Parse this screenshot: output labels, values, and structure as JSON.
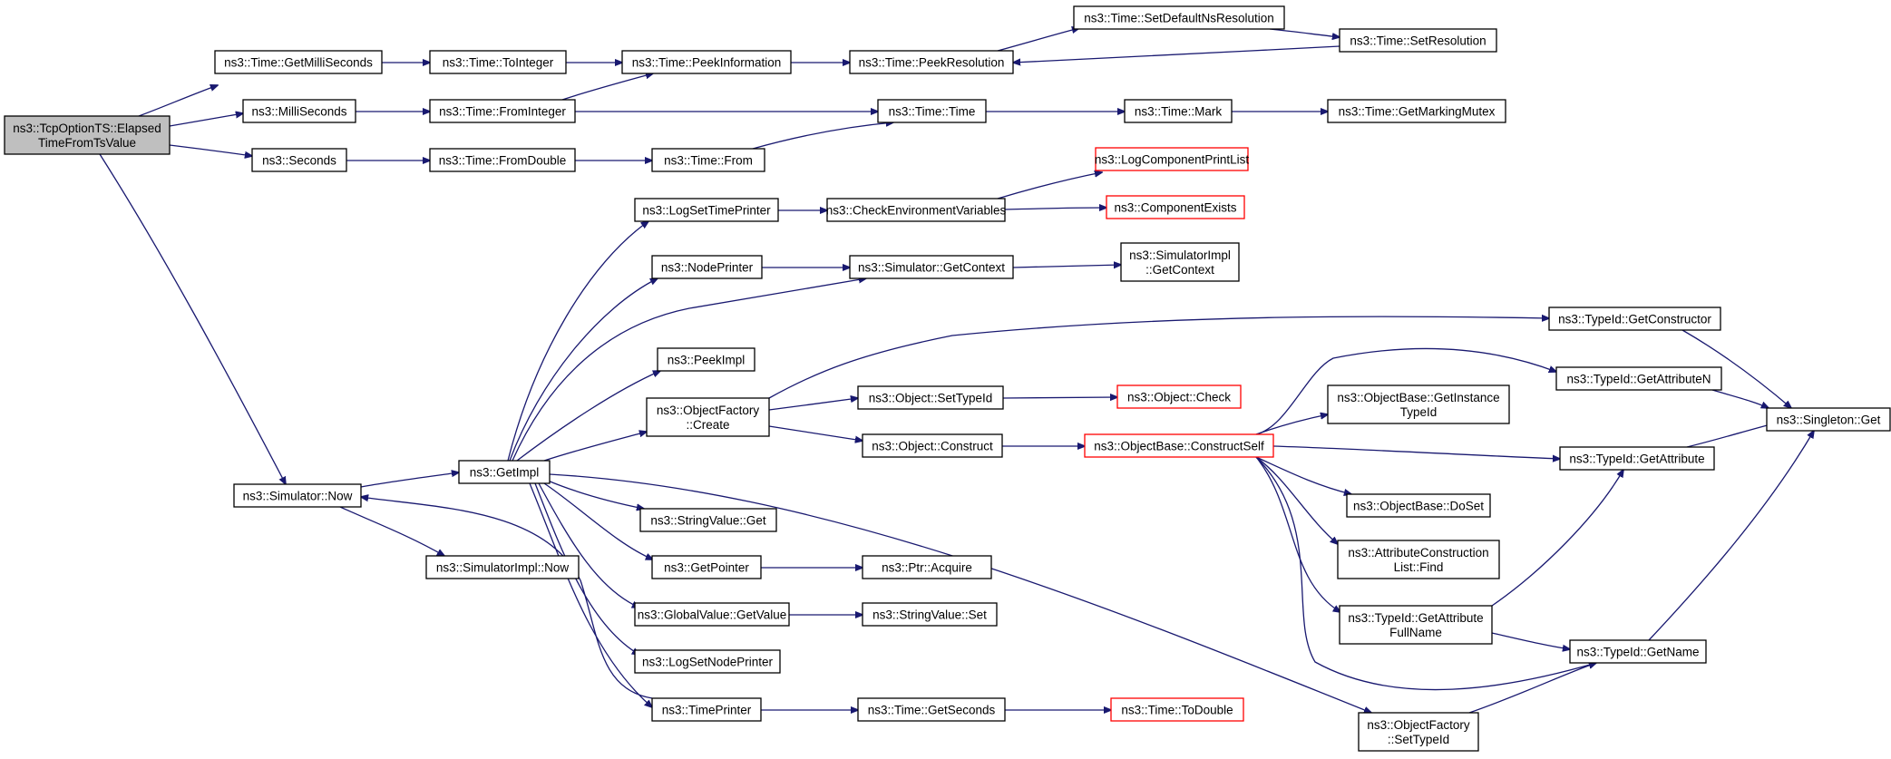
{
  "colors": {
    "edge": "#191970",
    "node_border": "#000000",
    "node_fill": "#ffffff",
    "root_fill": "#bfbfbf",
    "truncated_border": "#ff0000"
  },
  "nodes": [
    {
      "id": "root",
      "lines": [
        "ns3::TcpOptionTS::Elapsed",
        "TimeFromTsValue"
      ],
      "style": "root"
    },
    {
      "id": "getmilli",
      "lines": [
        "ns3::Time::GetMilliSeconds"
      ],
      "style": "normal"
    },
    {
      "id": "milli",
      "lines": [
        "ns3::MilliSeconds"
      ],
      "style": "normal"
    },
    {
      "id": "seconds",
      "lines": [
        "ns3::Seconds"
      ],
      "style": "normal"
    },
    {
      "id": "simnow",
      "lines": [
        "ns3::Simulator::Now"
      ],
      "style": "normal"
    },
    {
      "id": "tointeger",
      "lines": [
        "ns3::Time::ToInteger"
      ],
      "style": "normal"
    },
    {
      "id": "frominteger",
      "lines": [
        "ns3::Time::FromInteger"
      ],
      "style": "normal"
    },
    {
      "id": "fromdouble",
      "lines": [
        "ns3::Time::FromDouble"
      ],
      "style": "normal"
    },
    {
      "id": "peekinfo",
      "lines": [
        "ns3::Time::PeekInformation"
      ],
      "style": "normal"
    },
    {
      "id": "timefrom",
      "lines": [
        "ns3::Time::From"
      ],
      "style": "normal"
    },
    {
      "id": "peekres",
      "lines": [
        "ns3::Time::PeekResolution"
      ],
      "style": "normal"
    },
    {
      "id": "timetime",
      "lines": [
        "ns3::Time::Time"
      ],
      "style": "normal"
    },
    {
      "id": "setdefault",
      "lines": [
        "ns3::Time::SetDefaultNsResolution"
      ],
      "style": "normal"
    },
    {
      "id": "setres",
      "lines": [
        "ns3::Time::SetResolution"
      ],
      "style": "normal"
    },
    {
      "id": "mark",
      "lines": [
        "ns3::Time::Mark"
      ],
      "style": "normal"
    },
    {
      "id": "mutex",
      "lines": [
        "ns3::Time::GetMarkingMutex"
      ],
      "style": "normal"
    },
    {
      "id": "getimpl",
      "lines": [
        "ns3::GetImpl"
      ],
      "style": "normal"
    },
    {
      "id": "simimplnow",
      "lines": [
        "ns3::SimulatorImpl::Now"
      ],
      "style": "normal"
    },
    {
      "id": "logsettime",
      "lines": [
        "ns3::LogSetTimePrinter"
      ],
      "style": "normal"
    },
    {
      "id": "nodeprinter",
      "lines": [
        "ns3::NodePrinter"
      ],
      "style": "normal"
    },
    {
      "id": "peekimpl",
      "lines": [
        "ns3::PeekImpl"
      ],
      "style": "normal"
    },
    {
      "id": "ofcreate",
      "lines": [
        "ns3::ObjectFactory",
        "::Create"
      ],
      "style": "normal"
    },
    {
      "id": "strget",
      "lines": [
        "ns3::StringValue::Get"
      ],
      "style": "normal"
    },
    {
      "id": "getpointer",
      "lines": [
        "ns3::GetPointer"
      ],
      "style": "normal"
    },
    {
      "id": "gvgetvalue",
      "lines": [
        "ns3::GlobalValue::GetValue"
      ],
      "style": "normal"
    },
    {
      "id": "logsetnode",
      "lines": [
        "ns3::LogSetNodePrinter"
      ],
      "style": "normal"
    },
    {
      "id": "timeprinter",
      "lines": [
        "ns3::TimePrinter"
      ],
      "style": "normal"
    },
    {
      "id": "checkenv",
      "lines": [
        "ns3::CheckEnvironmentVariables"
      ],
      "style": "normal"
    },
    {
      "id": "simgetctx",
      "lines": [
        "ns3::Simulator::GetContext"
      ],
      "style": "normal"
    },
    {
      "id": "objsettype",
      "lines": [
        "ns3::Object::SetTypeId"
      ],
      "style": "normal"
    },
    {
      "id": "objconstruct",
      "lines": [
        "ns3::Object::Construct"
      ],
      "style": "normal"
    },
    {
      "id": "ptracquire",
      "lines": [
        "ns3::Ptr::Acquire"
      ],
      "style": "normal"
    },
    {
      "id": "strset",
      "lines": [
        "ns3::StringValue::Set"
      ],
      "style": "normal"
    },
    {
      "id": "getseconds",
      "lines": [
        "ns3::Time::GetSeconds"
      ],
      "style": "normal"
    },
    {
      "id": "logcomplist",
      "lines": [
        "ns3::LogComponentPrintList"
      ],
      "style": "truncated"
    },
    {
      "id": "compexists",
      "lines": [
        "ns3::ComponentExists"
      ],
      "style": "truncated"
    },
    {
      "id": "simimplctx",
      "lines": [
        "ns3::SimulatorImpl",
        "::GetContext"
      ],
      "style": "normal"
    },
    {
      "id": "objcheck",
      "lines": [
        "ns3::Object::Check"
      ],
      "style": "truncated"
    },
    {
      "id": "constructself",
      "lines": [
        "ns3::ObjectBase::ConstructSelf"
      ],
      "style": "truncated"
    },
    {
      "id": "todouble",
      "lines": [
        "ns3::Time::ToDouble"
      ],
      "style": "truncated"
    },
    {
      "id": "ofsettype",
      "lines": [
        "ns3::ObjectFactory",
        "::SetTypeId"
      ],
      "style": "normal"
    },
    {
      "id": "getinsttype",
      "lines": [
        "ns3::ObjectBase::GetInstance",
        "TypeId"
      ],
      "style": "normal"
    },
    {
      "id": "doset",
      "lines": [
        "ns3::ObjectBase::DoSet"
      ],
      "style": "normal"
    },
    {
      "id": "acfind",
      "lines": [
        "ns3::AttributeConstruction",
        "List::Find"
      ],
      "style": "normal"
    },
    {
      "id": "getattrfull",
      "lines": [
        "ns3::TypeId::GetAttribute",
        "FullName"
      ],
      "style": "normal"
    },
    {
      "id": "getctor",
      "lines": [
        "ns3::TypeId::GetConstructor"
      ],
      "style": "normal"
    },
    {
      "id": "getattrn",
      "lines": [
        "ns3::TypeId::GetAttributeN"
      ],
      "style": "normal"
    },
    {
      "id": "getattr",
      "lines": [
        "ns3::TypeId::GetAttribute"
      ],
      "style": "normal"
    },
    {
      "id": "getname",
      "lines": [
        "ns3::TypeId::GetName"
      ],
      "style": "normal"
    },
    {
      "id": "singleton",
      "lines": [
        "ns3::Singleton::Get"
      ],
      "style": "normal"
    }
  ],
  "edges": [
    [
      "root",
      "getmilli"
    ],
    [
      "root",
      "milli"
    ],
    [
      "root",
      "seconds"
    ],
    [
      "root",
      "simnow"
    ],
    [
      "getmilli",
      "tointeger"
    ],
    [
      "tointeger",
      "peekinfo"
    ],
    [
      "peekinfo",
      "peekres"
    ],
    [
      "peekres",
      "setdefault"
    ],
    [
      "setdefault",
      "setres"
    ],
    [
      "setres",
      "peekres"
    ],
    [
      "milli",
      "frominteger"
    ],
    [
      "frominteger",
      "peekinfo"
    ],
    [
      "frominteger",
      "timetime"
    ],
    [
      "seconds",
      "fromdouble"
    ],
    [
      "fromdouble",
      "timefrom"
    ],
    [
      "timefrom",
      "timetime"
    ],
    [
      "timetime",
      "mark"
    ],
    [
      "mark",
      "mutex"
    ],
    [
      "simnow",
      "getimpl"
    ],
    [
      "simnow",
      "simimplnow"
    ],
    [
      "getimpl",
      "logsettime"
    ],
    [
      "getimpl",
      "nodeprinter"
    ],
    [
      "getimpl",
      "simgetctx"
    ],
    [
      "getimpl",
      "peekimpl"
    ],
    [
      "getimpl",
      "ofcreate"
    ],
    [
      "getimpl",
      "strget"
    ],
    [
      "getimpl",
      "getpointer"
    ],
    [
      "getimpl",
      "gvgetvalue"
    ],
    [
      "getimpl",
      "logsetnode"
    ],
    [
      "getimpl",
      "timeprinter"
    ],
    [
      "getimpl",
      "ofsettype"
    ],
    [
      "logsettime",
      "checkenv"
    ],
    [
      "checkenv",
      "logcomplist"
    ],
    [
      "checkenv",
      "compexists"
    ],
    [
      "nodeprinter",
      "simgetctx"
    ],
    [
      "simgetctx",
      "simimplctx"
    ],
    [
      "ofcreate",
      "objsettype"
    ],
    [
      "ofcreate",
      "objconstruct"
    ],
    [
      "ofcreate",
      "getctor"
    ],
    [
      "objsettype",
      "objcheck"
    ],
    [
      "objconstruct",
      "constructself"
    ],
    [
      "constructself",
      "getinsttype"
    ],
    [
      "constructself",
      "getattrn"
    ],
    [
      "constructself",
      "getattr"
    ],
    [
      "constructself",
      "doset"
    ],
    [
      "constructself",
      "acfind"
    ],
    [
      "constructself",
      "getattrfull"
    ],
    [
      "constructself",
      "getname"
    ],
    [
      "getpointer",
      "ptracquire"
    ],
    [
      "gvgetvalue",
      "strset"
    ],
    [
      "timeprinter",
      "simnow"
    ],
    [
      "timeprinter",
      "getseconds"
    ],
    [
      "getseconds",
      "todouble"
    ],
    [
      "ofsettype",
      "getname"
    ],
    [
      "getattrfull",
      "getattr"
    ],
    [
      "getattrfull",
      "getname"
    ],
    [
      "getctor",
      "singleton"
    ],
    [
      "getattrn",
      "singleton"
    ],
    [
      "getattr",
      "singleton"
    ],
    [
      "getname",
      "singleton"
    ]
  ]
}
